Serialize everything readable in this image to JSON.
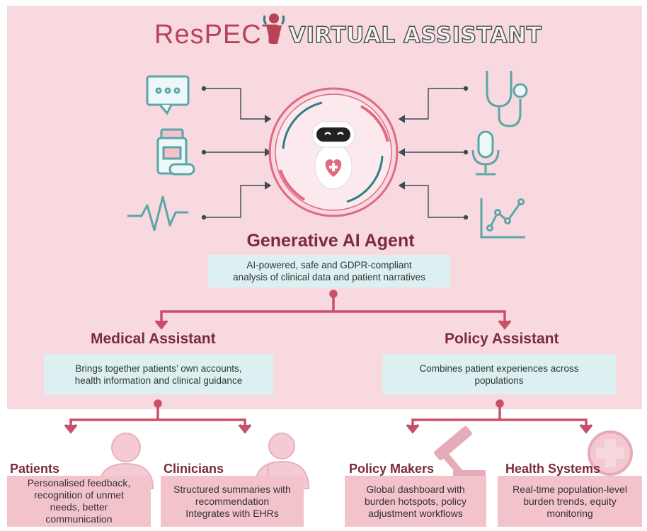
{
  "header": {
    "brand": "ResPECT",
    "title": "VIRTUAL ASSISTANT"
  },
  "input_icons": {
    "left": [
      "chat-bubble-icon",
      "pill-bottle-icon",
      "heartbeat-icon"
    ],
    "right": [
      "stethoscope-icon",
      "microphone-icon",
      "line-chart-icon"
    ]
  },
  "agent": {
    "title": "Generative AI Agent",
    "description_line1": "AI-powered, safe and GDPR-compliant",
    "description_line2": "analysis of clinical data and patient narratives"
  },
  "medical": {
    "title": "Medical Assistant",
    "description_line1": "Brings together patients’ own accounts,",
    "description_line2": "health information and clinical guidance"
  },
  "policy": {
    "title": "Policy Assistant",
    "description_line1": "Combines patient experiences across",
    "description_line2": "populations"
  },
  "audiences": [
    {
      "title": "Patients",
      "lines": [
        "Personalised feedback,",
        "recognition of unmet",
        "needs, better",
        "communication"
      ],
      "icon": "patient-icon"
    },
    {
      "title": "Clinicians",
      "lines": [
        "Structured summaries with",
        "recommendation",
        "Integrates with EHRs"
      ],
      "icon": "clinician-icon"
    },
    {
      "title": "Policy Makers",
      "lines": [
        "Global dashboard with",
        "burden hotspots, policy",
        "adjustment workflows"
      ],
      "icon": "gavel-icon"
    },
    {
      "title": "Health Systems",
      "lines": [
        "Real-time population-level",
        "burden trends, equity",
        "monitoring"
      ],
      "icon": "medical-cross-icon"
    }
  ],
  "colors": {
    "panel": "#f7d9df",
    "accent": "#c9506a",
    "heading": "#7c2a3f",
    "teal_box": "#dcf0f2",
    "pink_box": "#f3c3cc",
    "icon_teal": "#5aa6a8"
  }
}
